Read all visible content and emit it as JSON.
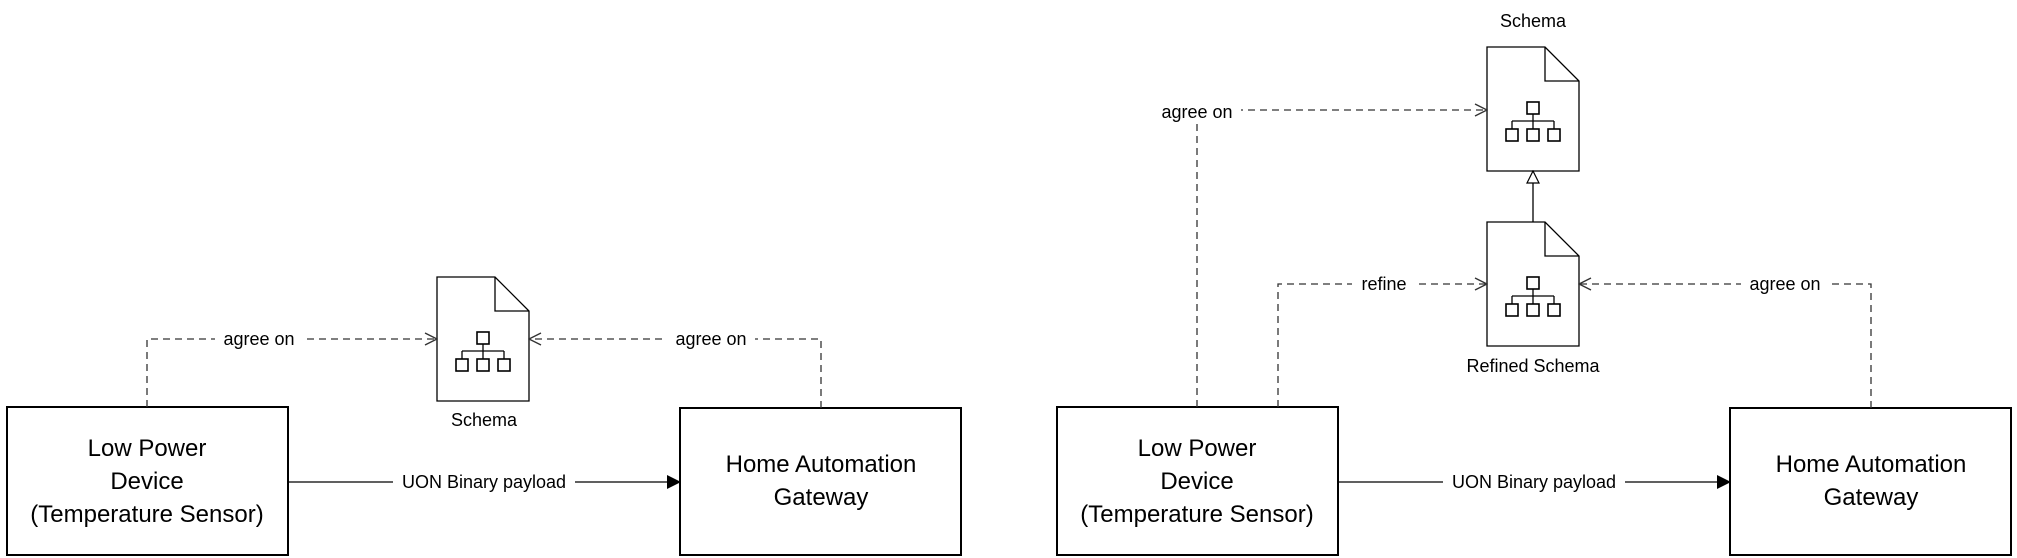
{
  "left": {
    "device_box": {
      "lines": [
        "Low Power",
        "Device",
        "(Temperature Sensor)"
      ]
    },
    "gateway_box": {
      "lines": [
        "Home Automation",
        "Gateway"
      ]
    },
    "payload_label": "UON Binary payload",
    "agree_left_label": "agree on",
    "agree_right_label": "agree on",
    "schema_label": "Schema",
    "schema_icon": "document-org-chart-icon"
  },
  "right": {
    "device_box": {
      "lines": [
        "Low Power",
        "Device",
        "(Temperature Sensor)"
      ]
    },
    "gateway_box": {
      "lines": [
        "Home Automation",
        "Gateway"
      ]
    },
    "payload_label": "UON Binary payload",
    "agree_top_label": "agree on",
    "refine_label": "refine",
    "agree_right_label": "agree on",
    "schema_label": "Schema",
    "refined_schema_label": "Refined Schema",
    "schema_icon": "document-org-chart-icon"
  },
  "colors": {
    "stroke": "#000000",
    "dash": "#333333",
    "background": "#ffffff"
  }
}
